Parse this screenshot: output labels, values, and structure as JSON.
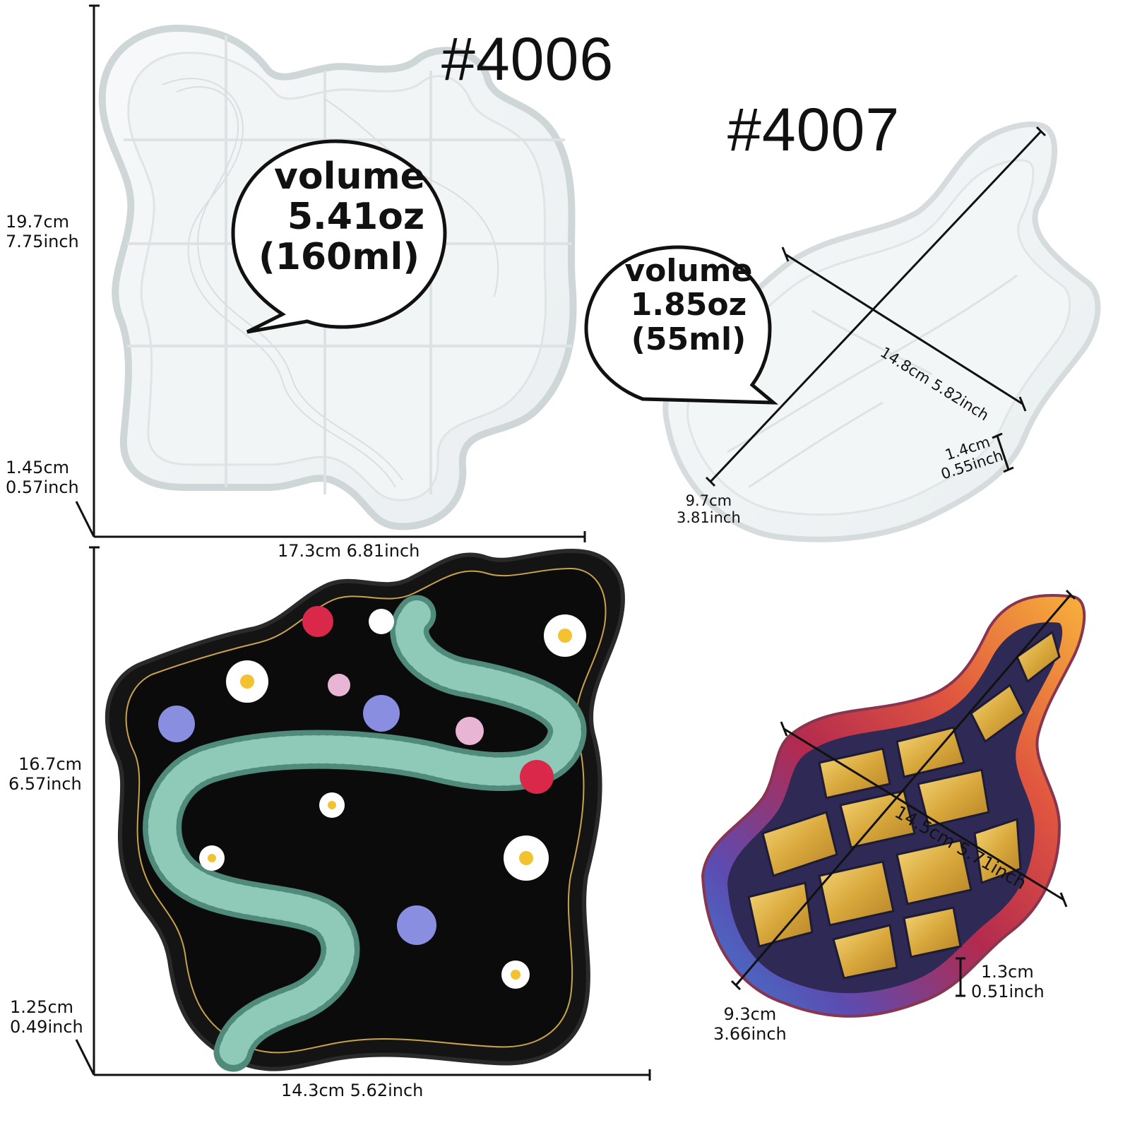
{
  "mold_4006": {
    "model_label": "#4006",
    "volume_label": "volume",
    "volume_oz": "5.41oz",
    "volume_ml": "(160ml)",
    "height_cm": "19.7cm",
    "height_inch": "7.75inch",
    "depth_cm": "1.45cm",
    "depth_inch": "0.57inch",
    "width_cm": "17.3cm",
    "width_inch": "6.81inch"
  },
  "mold_4007": {
    "model_label": "#4007",
    "volume_label": "volume",
    "volume_oz": "1.85oz",
    "volume_ml": "(55ml)",
    "length_cm": "14.8cm",
    "length_inch": "5.82inch",
    "depth_cm": "1.4cm",
    "depth_inch": "0.55inch",
    "width_cm": "9.7cm",
    "width_inch": "3.81inch"
  },
  "tray_snake": {
    "height_cm": "16.7cm",
    "height_inch": "6.57inch",
    "depth_cm": "1.25cm",
    "depth_inch": "0.49inch",
    "width_cm": "14.3cm",
    "width_inch": "5.62inch"
  },
  "tray_hand": {
    "length_cm": "14.5cm",
    "length_inch": "5.71inch",
    "depth_cm": "1.3cm",
    "depth_inch": "0.51inch",
    "width_cm": "9.3cm",
    "width_inch": "3.66inch"
  }
}
